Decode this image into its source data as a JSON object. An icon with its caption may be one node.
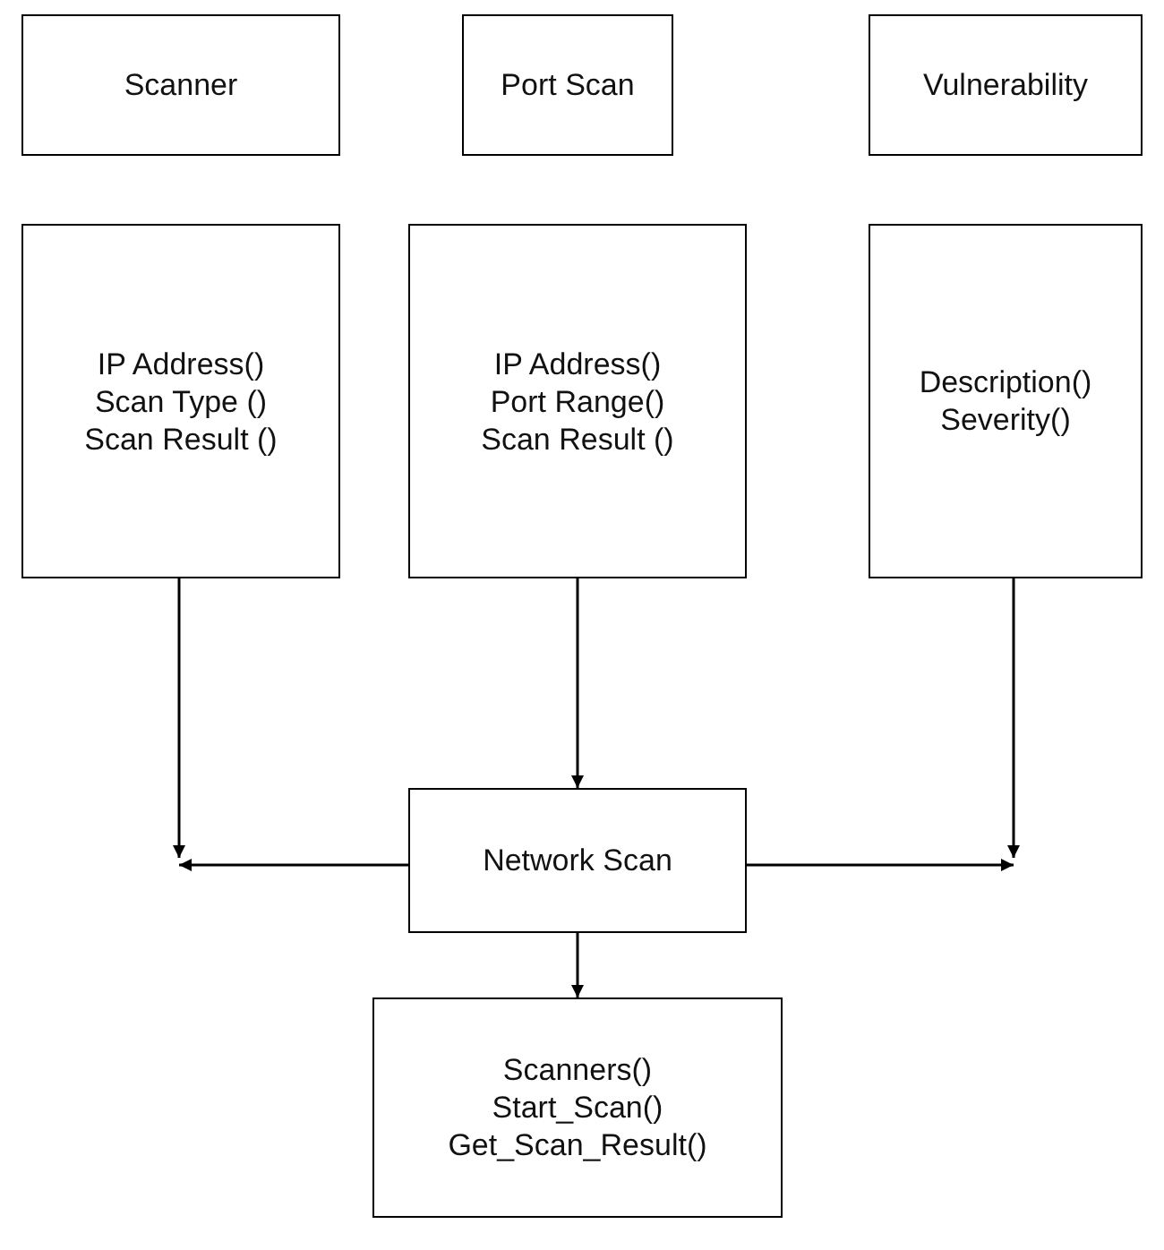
{
  "diagram": {
    "nodes": [
      {
        "text": [
          "Scanner"
        ]
      },
      {
        "text": [
          "Port Scan"
        ]
      },
      {
        "text": [
          "Vulnerability"
        ]
      },
      {
        "text": [
          "IP Address() Scan Type () Scan Result ()"
        ]
      },
      {
        "text": [
          "IP Address() Port Range() Scan Result ()"
        ]
      },
      {
        "text": [
          "Description() Severity()"
        ]
      },
      {
        "text": [
          "Network Scan"
        ]
      },
      {
        "text": [
          "Scanners() Start_Scan() Get_Scan_Result()"
        ]
      }
    ],
    "edges": [
      {
        "from": 3,
        "to": null,
        "arrow": "to"
      },
      {
        "from": 4,
        "to": 6,
        "arrow": "to"
      },
      {
        "from": 5,
        "to": null,
        "arrow": "to"
      },
      {
        "from": 6,
        "to": null,
        "arrow": "to"
      },
      {
        "from": 6,
        "to": null,
        "arrow": "to"
      },
      {
        "from": 6,
        "to": 7,
        "arrow": "to"
      }
    ]
  }
}
